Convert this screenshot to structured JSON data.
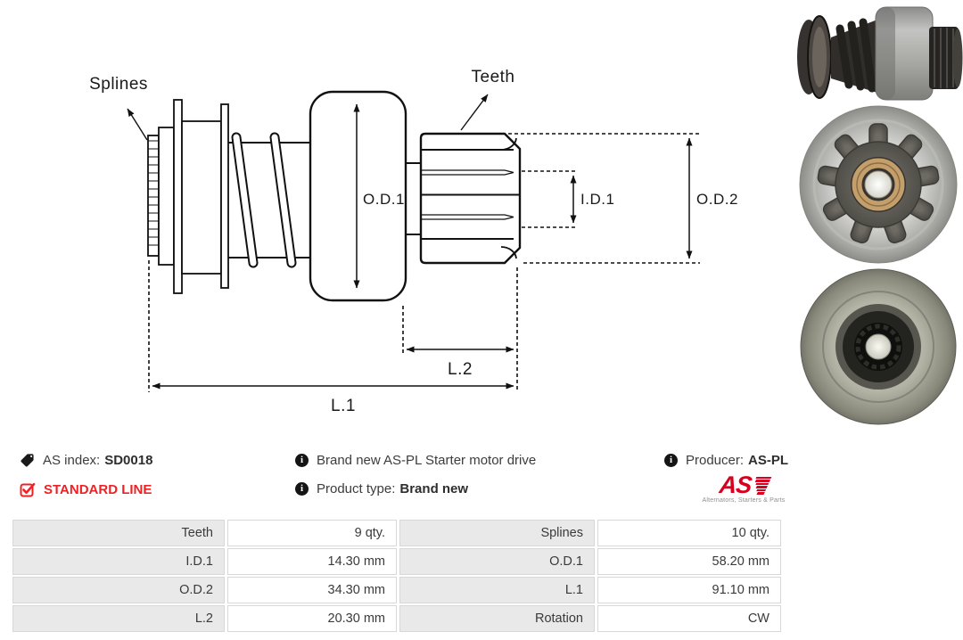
{
  "diagram": {
    "labels": {
      "splines": "Splines",
      "teeth": "Teeth",
      "od1": "O.D.1",
      "id1": "I.D.1",
      "od2": "O.D.2",
      "l1": "L.1",
      "l2": "L.2"
    }
  },
  "photos": {
    "top": "starter-drive-side-view-photo",
    "middle": "pinion-gear-front-view-photo",
    "bottom": "drive-back-view-photo"
  },
  "info": {
    "as_index_label": "AS index:",
    "as_index_value": "SD0018",
    "standard_line": "STANDARD LINE",
    "description": "Brand new AS-PL Starter motor drive",
    "product_type_label": "Product type:",
    "product_type_value": "Brand new",
    "producer_label": "Producer:",
    "producer_value": "AS-PL",
    "info_icon_glyph": "i",
    "logo": {
      "text": "AS",
      "tagline": "Alternators, Starters & Parts"
    }
  },
  "specs": {
    "rows": [
      {
        "label1": "Teeth",
        "value1": "9 qty.",
        "label2": "Splines",
        "value2": "10 qty."
      },
      {
        "label1": "I.D.1",
        "value1": "14.30 mm",
        "label2": "O.D.1",
        "value2": "58.20 mm"
      },
      {
        "label1": "O.D.2",
        "value1": "34.30 mm",
        "label2": "L.1",
        "value2": "91.10 mm"
      },
      {
        "label1": "L.2",
        "value1": "20.30 mm",
        "label2": "Rotation",
        "value2": "CW"
      }
    ]
  },
  "colors": {
    "accent_red": "#ee2224",
    "logo_red": "#d6001f",
    "table_label_bg": "#e9e9e9",
    "table_border": "#d8d8d8",
    "drawing_ink": "#111111"
  }
}
